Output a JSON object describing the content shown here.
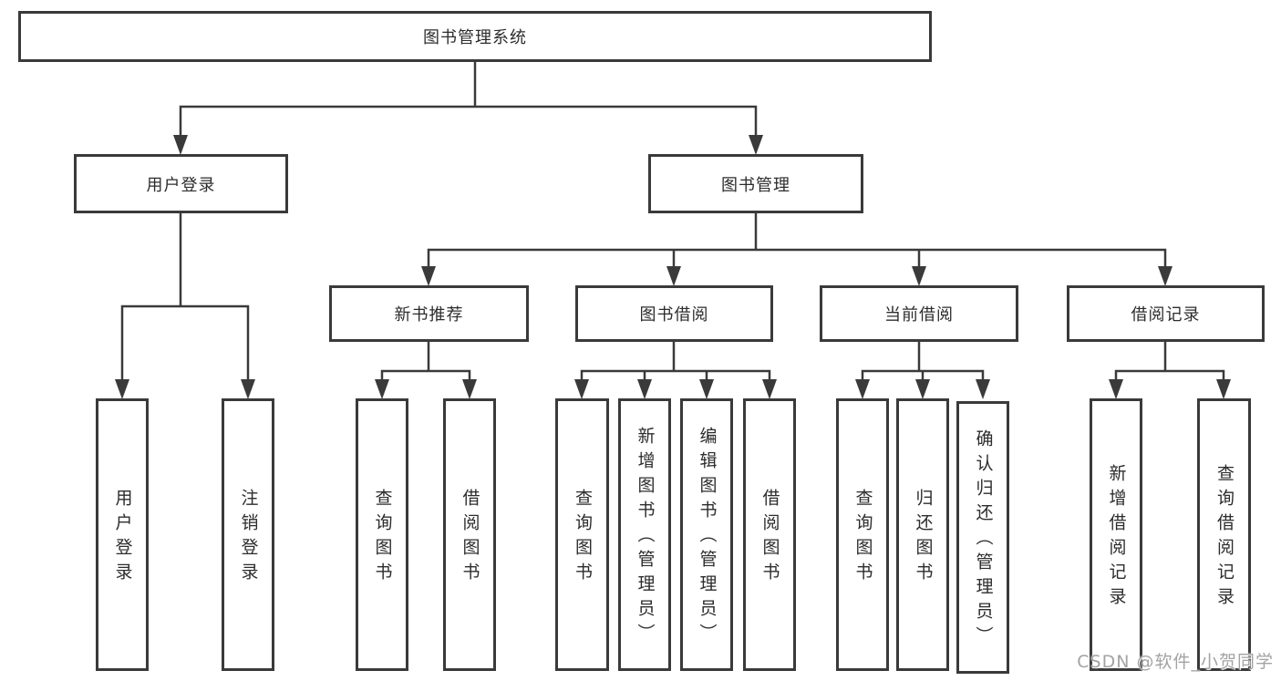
{
  "diagram": {
    "root": {
      "label": "图书管理系统"
    },
    "level2": [
      {
        "label": "用户登录"
      },
      {
        "label": "图书管理"
      }
    ],
    "login_children": [
      {
        "label": "用户登录"
      },
      {
        "label": "注销登录"
      }
    ],
    "level3": [
      {
        "label": "新书推荐",
        "children": [
          {
            "label": "查询图书"
          },
          {
            "label": "借阅图书"
          }
        ]
      },
      {
        "label": "图书借阅",
        "children": [
          {
            "label": "查询图书"
          },
          {
            "label": "新增图书（管理员）"
          },
          {
            "label": "编辑图书（管理员）"
          },
          {
            "label": "借阅图书"
          }
        ]
      },
      {
        "label": "当前借阅",
        "children": [
          {
            "label": "查询图书"
          },
          {
            "label": "归还图书"
          },
          {
            "label": "确认归还（管理员）"
          }
        ]
      },
      {
        "label": "借阅记录",
        "children": [
          {
            "label": "新增借阅记录"
          },
          {
            "label": "查询借阅记录"
          }
        ]
      }
    ]
  },
  "watermark": {
    "label": "CSDN @软件_小贺同学"
  },
  "colors": {
    "line": "#3a3a3a",
    "text": "#2c2c2c",
    "watermark": "#a3a3a3",
    "background": "#ffffff"
  }
}
